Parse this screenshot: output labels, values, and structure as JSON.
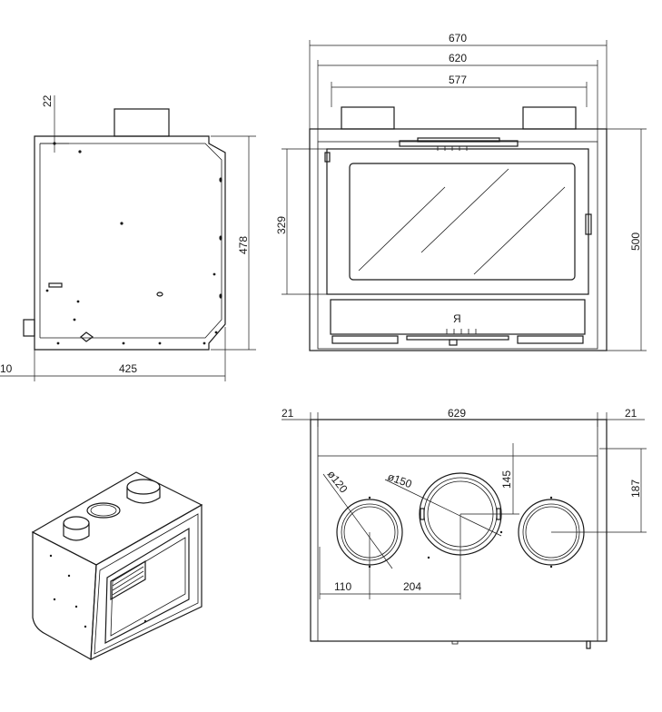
{
  "dimensions": {
    "side_top_offset": "22",
    "side_height": "478",
    "side_depth": "425",
    "side_rear_offset": "10",
    "front_overall_width": "670",
    "front_mid_width": "620",
    "front_inner_width": "577",
    "front_glass_height": "329",
    "front_overall_height": "500",
    "top_width": "629",
    "top_left_margin": "21",
    "top_right_margin": "21",
    "top_depth_145": "145",
    "top_depth_187": "187",
    "top_diam_120": "ø120",
    "top_diam_150": "ø150",
    "top_offset_110": "110",
    "top_offset_204": "204"
  },
  "brand_mark": "Я"
}
